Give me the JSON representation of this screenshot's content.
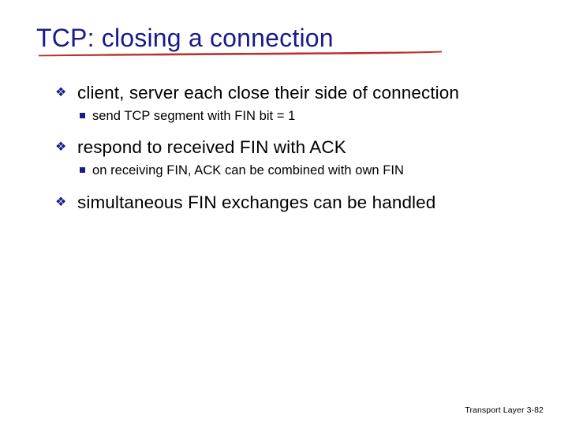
{
  "slide": {
    "title": "TCP: closing a connection",
    "title_color": "#1a1a8c",
    "rule_color": "#b8322a",
    "background": "#ffffff",
    "body_text_color": "#000000",
    "bullet_color": "#1a1a8c",
    "bullets": [
      {
        "level": 1,
        "marker": "diamond-bullet-icon",
        "marker_glyph": "❖",
        "text": "client, server each close their side of connection"
      },
      {
        "level": 2,
        "marker": "square-bullet-icon",
        "marker_glyph": "§",
        "text": "send TCP segment with FIN bit = 1"
      },
      {
        "level": 1,
        "marker": "diamond-bullet-icon",
        "marker_glyph": "❖",
        "text": "respond to received FIN with ACK"
      },
      {
        "level": 2,
        "marker": "square-bullet-icon",
        "marker_glyph": "§",
        "text": "on receiving FIN, ACK can be combined with own FIN"
      },
      {
        "level": 1,
        "marker": "diamond-bullet-icon",
        "marker_glyph": "❖",
        "text": "simultaneous FIN exchanges can be handled"
      }
    ],
    "footer": "Transport Layer 3-82"
  }
}
